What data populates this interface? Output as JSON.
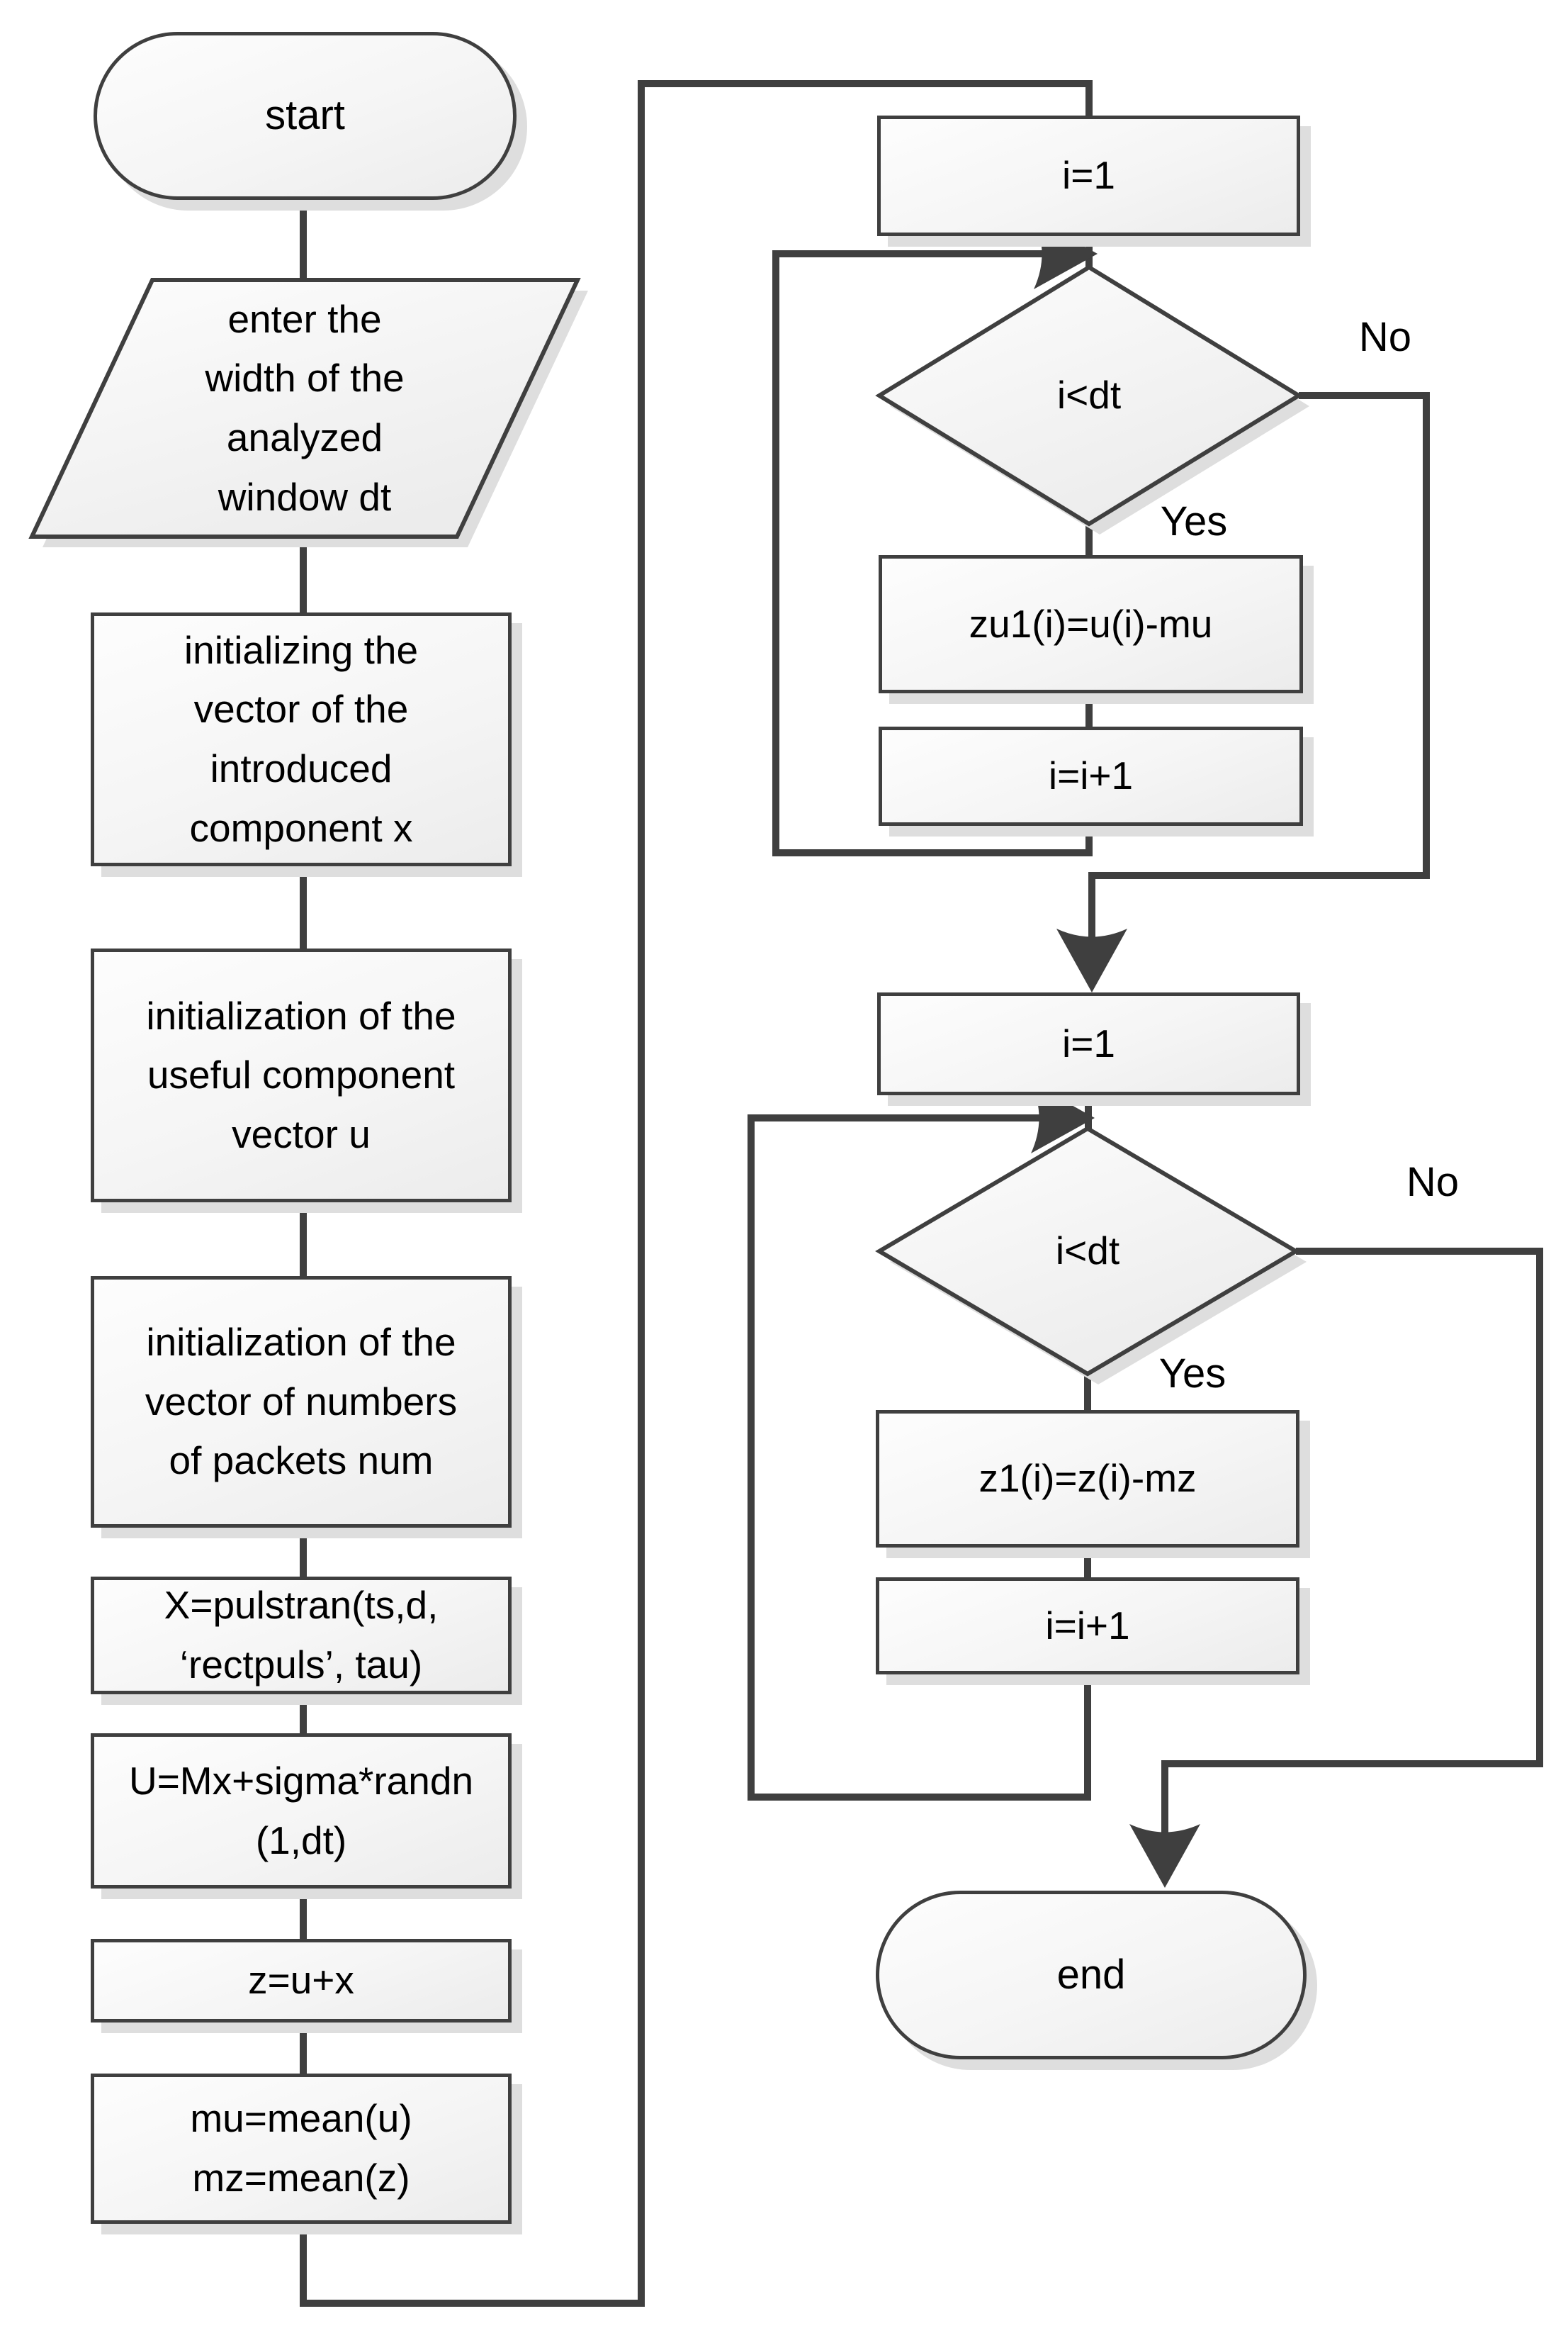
{
  "nodes": {
    "start": {
      "label": "start"
    },
    "input_dt": {
      "label": "enter the\nwidth of the\nanalyzed\nwindow dt"
    },
    "init_x": {
      "label": "initializing the\nvector of the\nintroduced\ncomponent x"
    },
    "init_u": {
      "label": "initialization of the\nuseful component\nvector u"
    },
    "init_num": {
      "label": "initialization of the\nvector of numbers\nof packets num"
    },
    "pulstran": {
      "label": "X=pulstran(ts,d,\n‘rectpuls’, tau)"
    },
    "randn": {
      "label": "U=Mx+sigma*randn\n(1,dt)"
    },
    "z_sum": {
      "label": "z=u+x"
    },
    "means": {
      "label": "mu=mean(u)\nmz=mean(z)"
    },
    "loop1_init": {
      "label": "i=1"
    },
    "loop1_cond": {
      "label": "i<dt"
    },
    "loop1_body": {
      "label": "zu1(i)=u(i)-mu"
    },
    "loop1_inc": {
      "label": "i=i+1"
    },
    "loop2_init": {
      "label": "i=1"
    },
    "loop2_cond": {
      "label": "i<dt"
    },
    "loop2_body": {
      "label": "z1(i)=z(i)-mz"
    },
    "loop2_inc": {
      "label": "i=i+1"
    },
    "end": {
      "label": "end"
    }
  },
  "edge_labels": {
    "loop1_no": "No",
    "loop1_yes": "Yes",
    "loop2_no": "No",
    "loop2_yes": "Yes"
  },
  "colors": {
    "stroke": "#3f3f3f",
    "shadow": "#dedede",
    "fill_top": "#fdfdfd",
    "fill_bottom": "#ececec",
    "text": "#000000"
  }
}
